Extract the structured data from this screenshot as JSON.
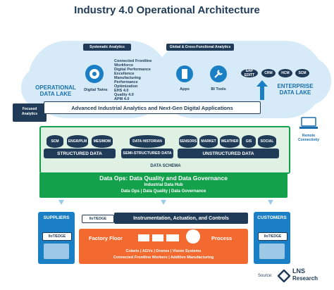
{
  "title": "Industry 4.0 Operational Architecture",
  "systematic_analytics": {
    "label": "Systematic Analytics",
    "digital_twins": "Digital Twins",
    "items": [
      "Connected Frontline Workforce",
      "Digital Performance Excellence",
      "Manufacturing Performance",
      "Optimization",
      "EHS 4.0",
      "Quality 4.0",
      "APM 4.0"
    ]
  },
  "global_analytics": {
    "label": "Global & Cross-Functional Analytics",
    "apps": "Apps",
    "bi_tools": "BI Tools"
  },
  "operational_data_lake": "OPERATIONAL\nDATA LAKE",
  "enterprise_data_lake": "ENTERPRISE\nDATA LAKE",
  "enterprise_systems": [
    "ERP",
    "CRM",
    "HCM",
    "SCM"
  ],
  "erp_label": "ERP EDITT",
  "focused_analytics": "Focused\nAnalytics",
  "advanced_banner": "Advanced Industrial Analytics and Next-Gen Digital Applications",
  "remote_connectivity": "Remote\nConnectivity",
  "structured": {
    "cylinders": [
      "SCM",
      "ENGR/PLM",
      "MES/MOM"
    ],
    "label": "STRUCTURED DATA"
  },
  "semi_structured": {
    "cylinder": "DATA HISTORIAN",
    "label": "SEMI-STRUCTURED DATA"
  },
  "unstructured": {
    "cylinders": [
      "SENSORS",
      "MARKET",
      "WEATHER",
      "GIS",
      "SOCIAL"
    ],
    "label": "UNSTRUCTURED DATA"
  },
  "data_schema": "DATA SCHEMA",
  "data_ops": {
    "title": "Data Ops: Data Quality and Data Governance",
    "subtitle": "Industrial Data Hub",
    "line": "Data Ops | Data Quality | Data Governance"
  },
  "suppliers": {
    "label": "SUPPLIERS",
    "iiot": "IIoT/EDGE"
  },
  "customers": {
    "label": "CUSTOMERS",
    "iiot": "IIoT/EDGE"
  },
  "iiot_edge_center": "IIoT/EDGE",
  "instrumentation": "Instrumentation, Actuation, and Controls",
  "factory_floor": "Factory Floor",
  "process": "Process",
  "factory_lines": [
    "Cobots | AGVs | Drones | Vision Systems",
    "Connected Frontline Workers | Additive Manufacturing"
  ],
  "source_label": "Source:",
  "lns_line1": "LNS",
  "lns_line2": "Research",
  "colors": {
    "navy": "#1f3b57",
    "blue": "#1a6fae",
    "green": "#13a14b",
    "orange": "#f26a30",
    "cloud": "#d6ebf7"
  }
}
